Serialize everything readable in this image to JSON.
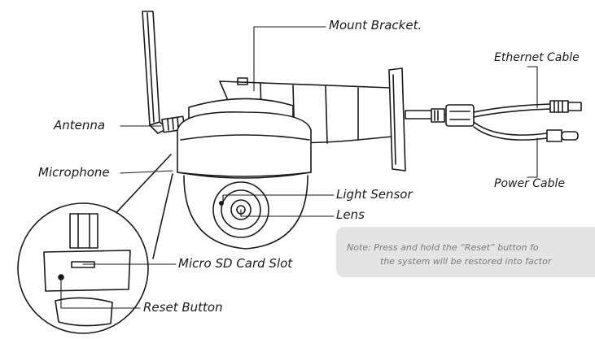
{
  "labels": {
    "mount_bracket": "Mount Bracket.",
    "ethernet_cable": "Ethernet Cable",
    "antenna": "Antenna",
    "microphone": "Microphone",
    "light_sensor": "Light Sensor",
    "lens": "Lens",
    "power_cable": "Power Cable",
    "micro_sd_card_slot": "Micro SD Card Slot",
    "reset_button": "Reset Button"
  },
  "note": {
    "line1": "Note: Press and hold the “Reset” button fo",
    "line2": "the system will be restored into factor"
  },
  "colors": {
    "line": "#1a1a1a",
    "note_background": "#e4e4e4",
    "note_text": "#7a7a7a"
  }
}
